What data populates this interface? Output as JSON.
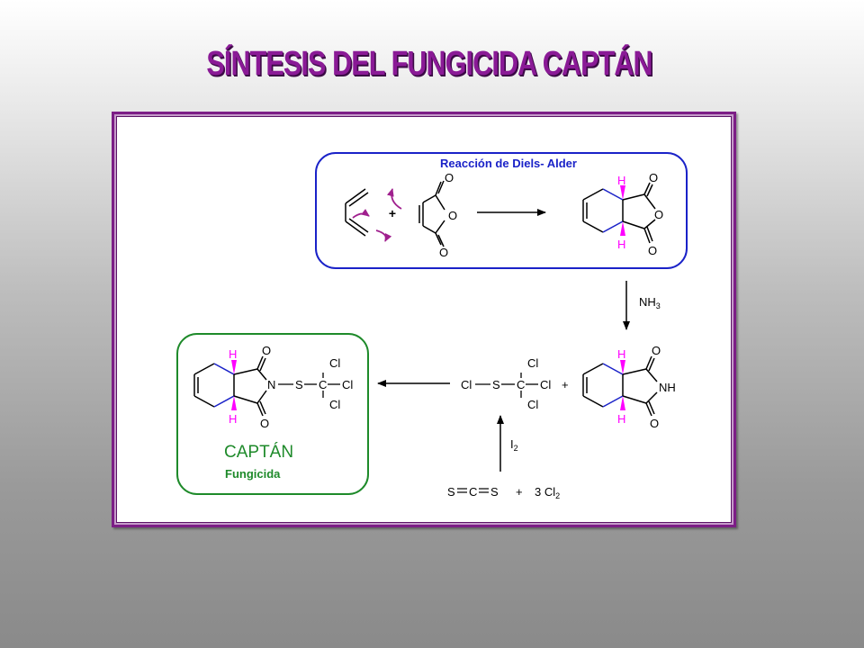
{
  "title": "SÍNTESIS DEL FUNGICIDA CAPTÁN",
  "diels_alder": {
    "label": "Reacción de Diels- Alder",
    "plus": "+",
    "atoms": {
      "O": "O",
      "H": "H"
    }
  },
  "step_ammonia": {
    "label": "NH",
    "sub": "3"
  },
  "imide": {
    "NH": "NH",
    "O": "O",
    "H": "H"
  },
  "reagent_line": {
    "Cl": "Cl",
    "S": "S",
    "C": "C",
    "plus": "+"
  },
  "step_iodine": {
    "label": "I",
    "sub": "2"
  },
  "start_materials": {
    "text": "S",
    "C": "C",
    "plus": "+",
    "coef": "3 Cl",
    "sub": "2"
  },
  "captan": {
    "name": "CAPTÁN",
    "subtitle": "Fungicida",
    "N": "N",
    "S": "S",
    "C": "C",
    "Cl": "Cl",
    "O": "O",
    "H": "H"
  },
  "colors": {
    "title": "#8a1a96",
    "frame": "#7c1e86",
    "reaction_box": "#1a22c8",
    "captan_box": "#1e8a2a",
    "hydrogen": "#ff00ff",
    "arrow_curve": "#a0208e",
    "bond_blue": "#1a22c8"
  }
}
